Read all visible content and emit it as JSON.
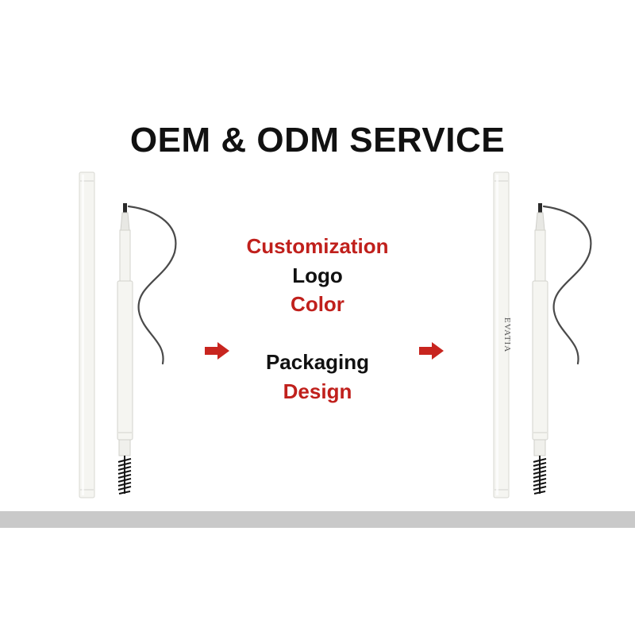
{
  "title": "OEM & ODM SERVICE",
  "services": {
    "customization": "Customization",
    "logo": "Logo",
    "color": "Color",
    "packaging": "Packaging",
    "design": "Design"
  },
  "product_brand": "EVATIA",
  "colors": {
    "accent_red": "#c0201c",
    "text_dark": "#111111",
    "pencil_body": "#f4f4f0",
    "floor": "#c9c9c9"
  }
}
